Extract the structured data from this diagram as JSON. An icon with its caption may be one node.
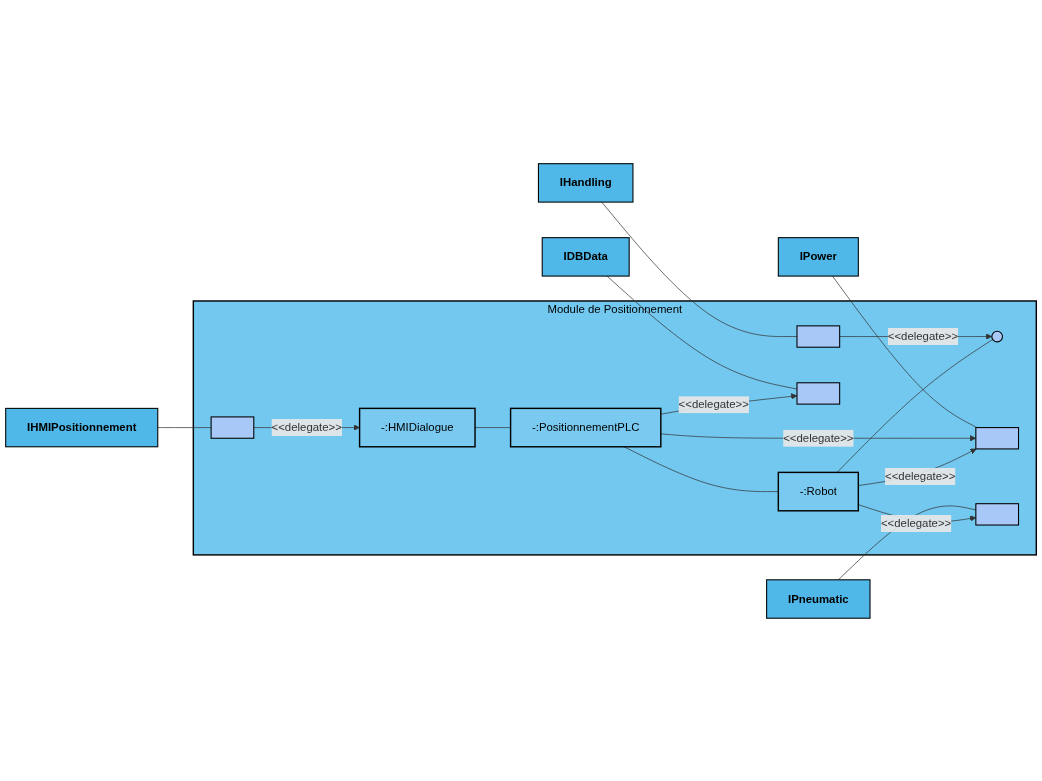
{
  "diagram": {
    "nodes": [
      {
        "text": [
          "Module de Positionnement"
        ]
      },
      {
        "text": [
          "-:HMIDialogue"
        ],
        "in": 0
      },
      {
        "text": [
          "-:PositionnementPLC"
        ],
        "in": 0
      },
      {
        "text": [
          "-:Robot"
        ],
        "in": 0
      },
      {
        "text": [],
        "shape": "circle",
        "in": 0
      },
      {
        "text": [],
        "shape": "box",
        "in": 0
      },
      {
        "text": [],
        "shape": "box",
        "in": 0
      },
      {
        "text": [],
        "shape": "box",
        "in": 0
      },
      {
        "text": [],
        "shape": "box",
        "in": 0
      },
      {
        "text": [],
        "shape": "box",
        "in": 0
      },
      {
        "text": [
          "IHMIPositionnement"
        ]
      },
      {
        "text": [
          "IDBData"
        ]
      },
      {
        "text": [
          "IPower"
        ]
      },
      {
        "text": [
          "IPneumatic"
        ]
      },
      {
        "text": [
          "IHandling"
        ]
      }
    ],
    "edges": [
      {
        "from": 10,
        "to": 5,
        "arrow": "none"
      },
      {
        "from": 5,
        "to": 1,
        "arrow": "to",
        "label": "<<delegate>>"
      },
      {
        "from": 11,
        "to": 6,
        "arrow": "none"
      },
      {
        "from": 2,
        "to": 6,
        "arrow": "to",
        "label": "<<delegate>>"
      },
      {
        "from": 12,
        "to": 7,
        "arrow": "none"
      },
      {
        "from": 2,
        "to": 7,
        "arrow": "to",
        "label": "<<delegate>>"
      },
      {
        "from": 3,
        "to": 7,
        "arrow": "to",
        "label": "<<delegate>>"
      },
      {
        "from": 13,
        "to": 8,
        "arrow": "none"
      },
      {
        "from": 3,
        "to": 8,
        "arrow": "to",
        "label": "<<delegate>>"
      },
      {
        "from": 14,
        "to": 9,
        "arrow": "none"
      },
      {
        "from": 9,
        "to": 4,
        "arrow": "to",
        "label": "<<delegate>>"
      },
      {
        "from": 1,
        "to": 2,
        "arrow": "none"
      },
      {
        "from": 2,
        "to": 3,
        "arrow": "none"
      },
      {
        "from": 3,
        "to": 4,
        "arrow": "none"
      }
    ]
  }
}
